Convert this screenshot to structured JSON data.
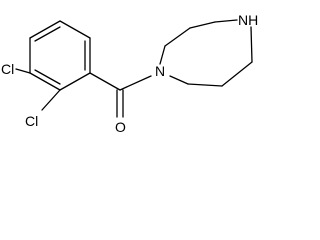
{
  "molecule": {
    "atoms": {
      "cl_ring_top": "Cl",
      "cl_ring_bottom": "Cl",
      "carbonyl_oxygen": "O",
      "ring_nitrogen_amide": "N",
      "ring_nitrogen_amine": "NH"
    }
  },
  "colors": {
    "bond": "#000000",
    "label": "#000000",
    "background": "#ffffff"
  }
}
